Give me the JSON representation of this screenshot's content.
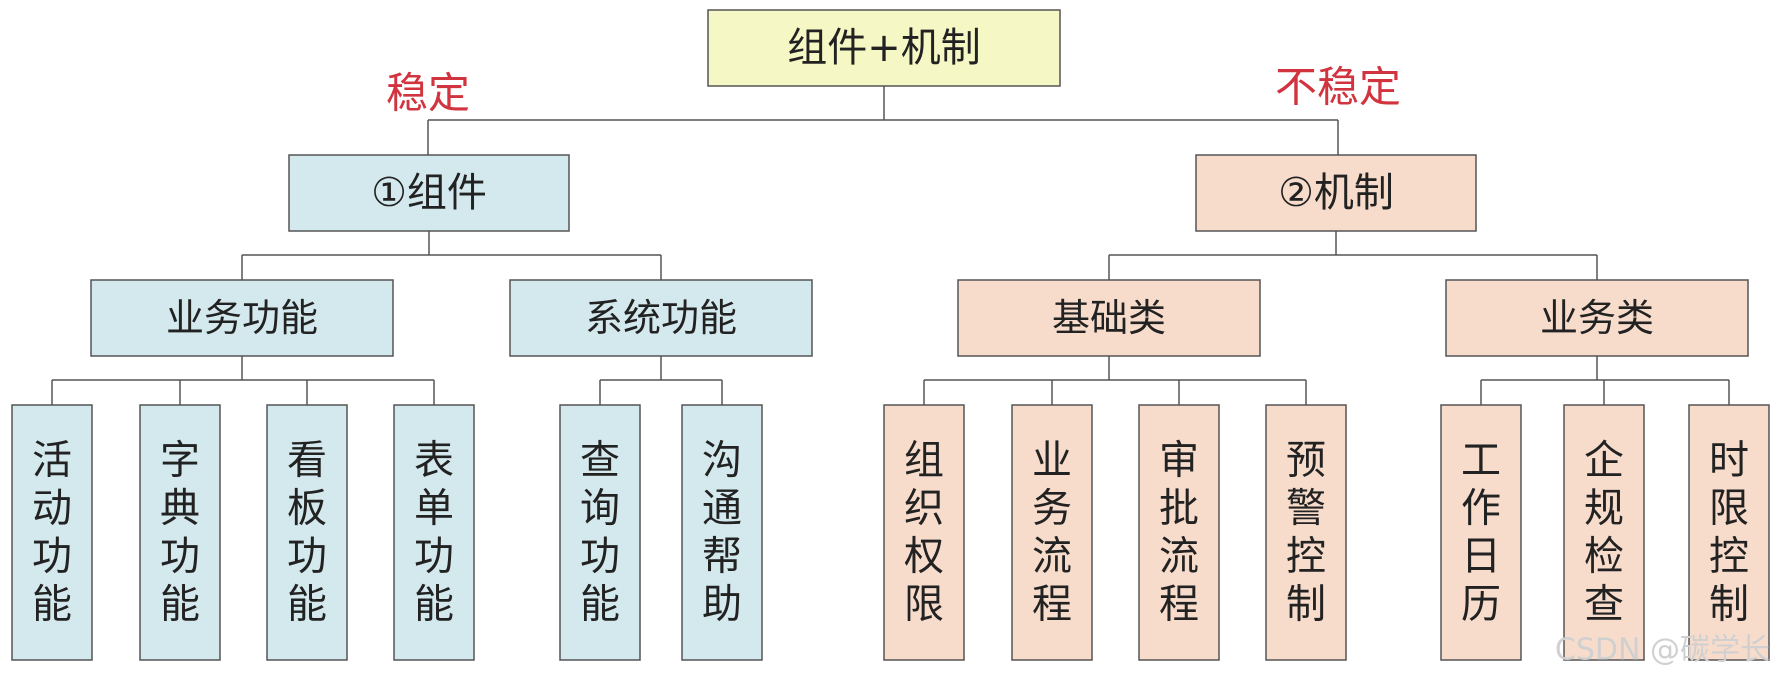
{
  "colors": {
    "root_fill": "#f5f7c4",
    "component_fill": "#d4e9ee",
    "mechanism_fill": "#f7dccc",
    "stroke": "#555555",
    "line": "#555555",
    "red_label": "#d1343f"
  },
  "root": {
    "label": "组件+机制"
  },
  "stable_label": "稳定",
  "unstable_label": "不稳定",
  "branches": [
    {
      "label": "①组件",
      "groups": [
        {
          "label": "业务功能",
          "leaves": [
            "活动功能",
            "字典功能",
            "看板功能",
            "表单功能"
          ]
        },
        {
          "label": "系统功能",
          "leaves": [
            "查询功能",
            "沟通帮助"
          ]
        }
      ]
    },
    {
      "label": "②机制",
      "groups": [
        {
          "label": "基础类",
          "leaves": [
            "组织权限",
            "业务流程",
            "审批流程",
            "预警控制"
          ]
        },
        {
          "label": "业务类",
          "leaves": [
            "工作日历",
            "企规检查",
            "时限控制"
          ]
        }
      ]
    }
  ],
  "watermark": "CSDN @碳学长"
}
